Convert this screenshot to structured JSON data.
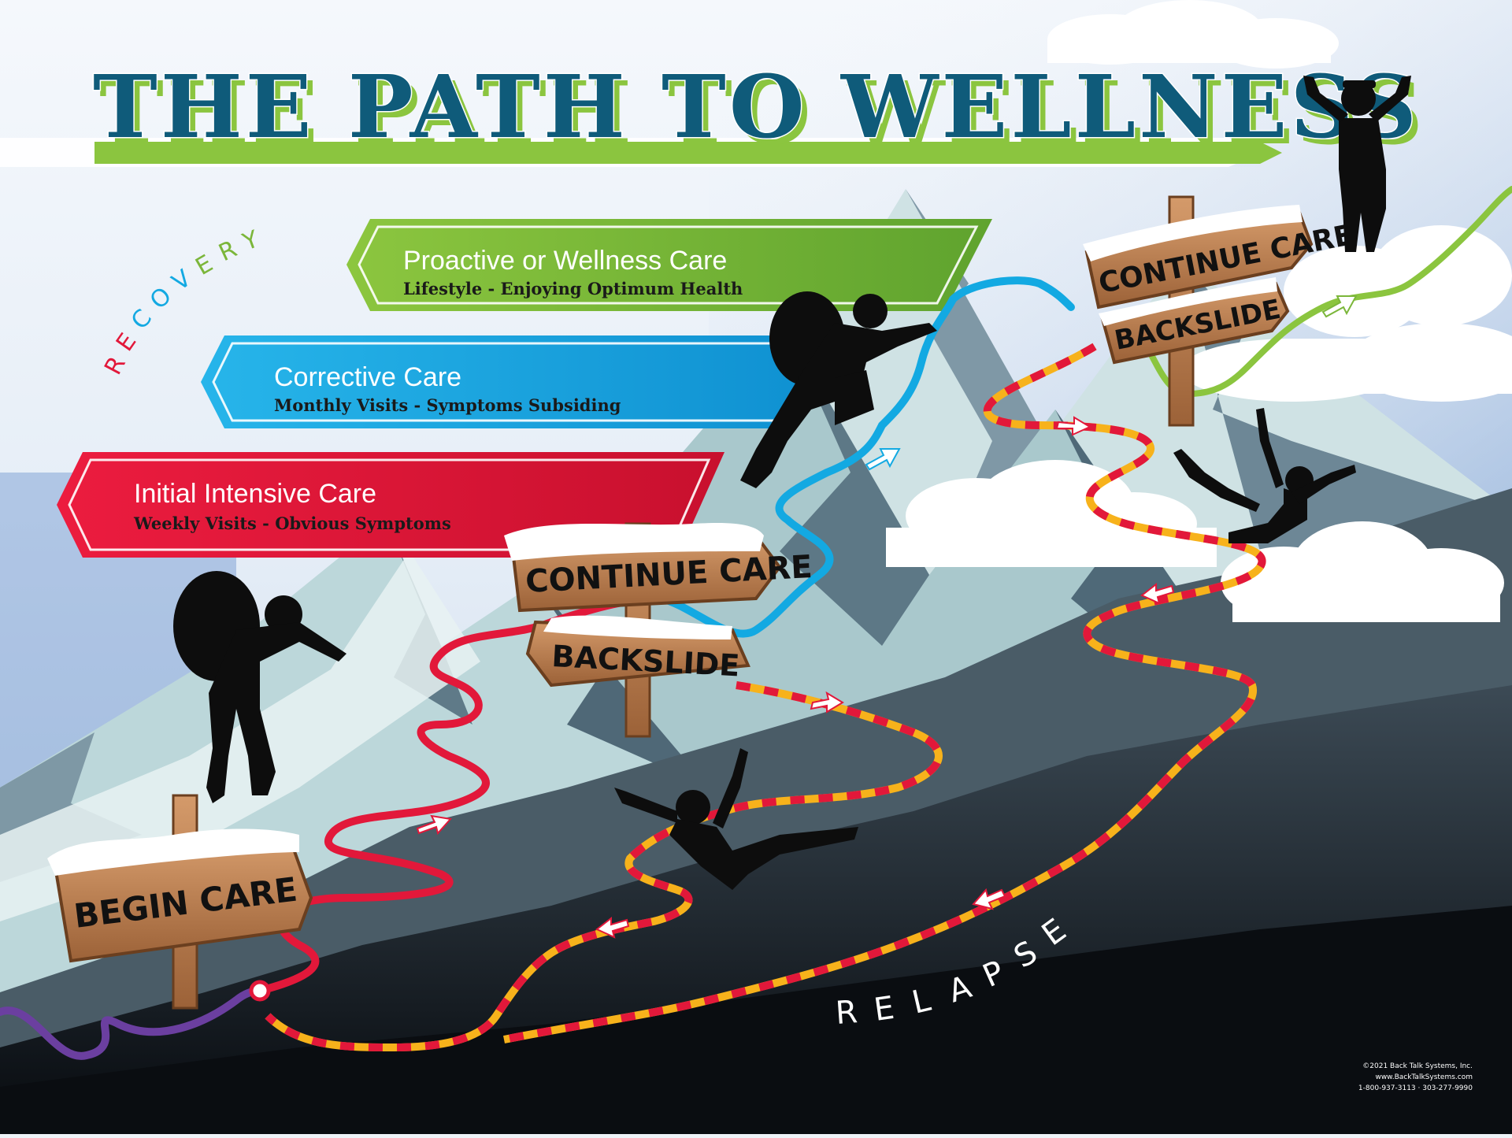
{
  "title": "THE PATH TO WELLNESS",
  "banners": [
    {
      "title": "Proactive or Wellness Care",
      "subtitle": "Lifestyle - Enjoying Optimum Health"
    },
    {
      "title": "Corrective Care",
      "subtitle": "Monthly Visits - Symptoms Subsiding"
    },
    {
      "title": "Initial Intensive Care",
      "subtitle": "Weekly Visits - Obvious Symptoms"
    }
  ],
  "recovery_letters": [
    "R",
    "E",
    "C",
    "O",
    "V",
    "E",
    "R",
    "Y"
  ],
  "relapse_letters": [
    "R",
    "E",
    "L",
    "A",
    "P",
    "S",
    "E"
  ],
  "signs": {
    "begin": "BEGIN CARE",
    "continue_1": "CONTINUE CARE",
    "backslide_1": "BACKSLIDE",
    "continue_2": "CONTINUE CARE",
    "backslide_2": "BACKSLIDE"
  },
  "credits": [
    "©2021 Back Talk Systems, Inc.",
    "www.BackTalkSystems.com",
    "1-800-937-3113 · 303-277-9990"
  ],
  "colors": {
    "title": "#0f5b7a",
    "title_shadow": "#8bc53f",
    "green": "#7bb63a",
    "blue": "#13a9e2",
    "red": "#e2183a",
    "purple": "#6b3fa0",
    "dash_yellow": "#f7b21b",
    "wood": "#b97a4a",
    "silhouette": "#0d0d0d"
  },
  "icons": [
    "hiker-silhouette",
    "falling-person-silhouette",
    "celebrating-person-silhouette",
    "signpost-icon",
    "cloud-icon",
    "mountain-icon",
    "path-arrow-icon"
  ]
}
